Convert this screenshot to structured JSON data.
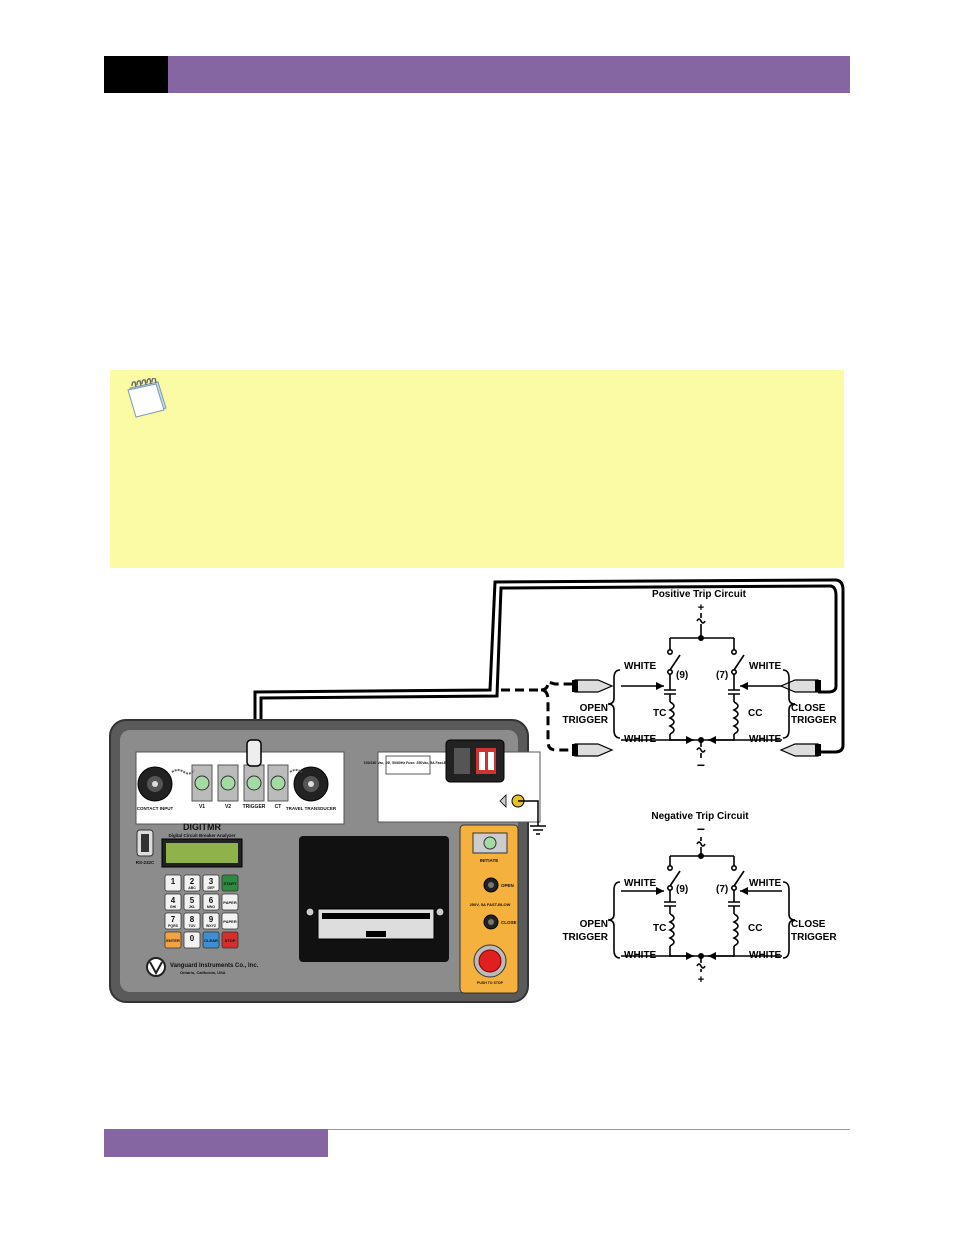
{
  "diagram": {
    "positive": {
      "title": "Positive Trip Circuit",
      "top_sign": "+",
      "bottom_sign": "−",
      "left_top_wire": "WHITE",
      "left_bottom_wire": "WHITE",
      "right_top_wire": "WHITE",
      "right_bottom_wire": "WHITE",
      "open_trigger": [
        "OPEN",
        "TRIGGER"
      ],
      "close_trigger": [
        "CLOSE",
        "TRIGGER"
      ],
      "contact_left": "(9)",
      "contact_right": "(7)",
      "coil_left": "TC",
      "coil_right": "CC"
    },
    "negative": {
      "title": "Negative Trip Circuit",
      "top_sign": "−",
      "bottom_sign": "+",
      "left_top_wire": "WHITE",
      "left_bottom_wire": "WHITE",
      "right_top_wire": "WHITE",
      "right_bottom_wire": "WHITE",
      "open_trigger": [
        "OPEN",
        "TRIGGER"
      ],
      "close_trigger": [
        "CLOSE",
        "TRIGGER"
      ],
      "contact_left": "(9)",
      "contact_right": "(7)",
      "coil_left": "TC",
      "coil_right": "CC"
    },
    "device": {
      "model": "DIGITMR",
      "subtitle": "Digital Circuit Breaker Analyzer",
      "ports": [
        "V1",
        "V2",
        "TRIGGER",
        "CT"
      ],
      "contact_input": "CONTACT INPUT",
      "travel_transducer": "TRAVEL TRANSDUCER",
      "rs232": "RS-232C",
      "power_label": "100/240 Vac, 1Φ, 50/60Hz Fuse: 250Vac, 5A Fast-Blow",
      "keys": [
        "1",
        "2",
        "3",
        "START",
        "4",
        "5",
        "6",
        "PAPER",
        "7",
        "8",
        "9",
        "PAPER",
        "ENTER",
        "0",
        "CLEAR",
        "STOP"
      ],
      "key_sub": [
        "",
        "ABC",
        "DEF",
        "",
        "GHI",
        "JKL",
        "MNO",
        "",
        "PQRS",
        "TUV",
        "WXYZ",
        "",
        "",
        "",
        "",
        ""
      ],
      "initiate": "INITIATE",
      "open": "OPEN",
      "close": "CLOSE",
      "fuse": "250V, 5A FAST-BLOW",
      "estop": "PUSH TO STOP",
      "company": "Vanguard Instruments Co., Inc.",
      "location": "Ontario, California, USA"
    },
    "colors": {
      "header_purple": "#8566a2",
      "note_yellow": "#fbfba6",
      "panel_dark": "#5a5a5a",
      "panel_gray": "#8c8c8c",
      "port_green": "#a4dba4",
      "start_green": "#2e8a3e",
      "clear_blue": "#3d8fd1",
      "stop_red": "#d62d2d",
      "enter_orange": "#f2a444",
      "initiate_panel": "#f5b13e"
    }
  }
}
